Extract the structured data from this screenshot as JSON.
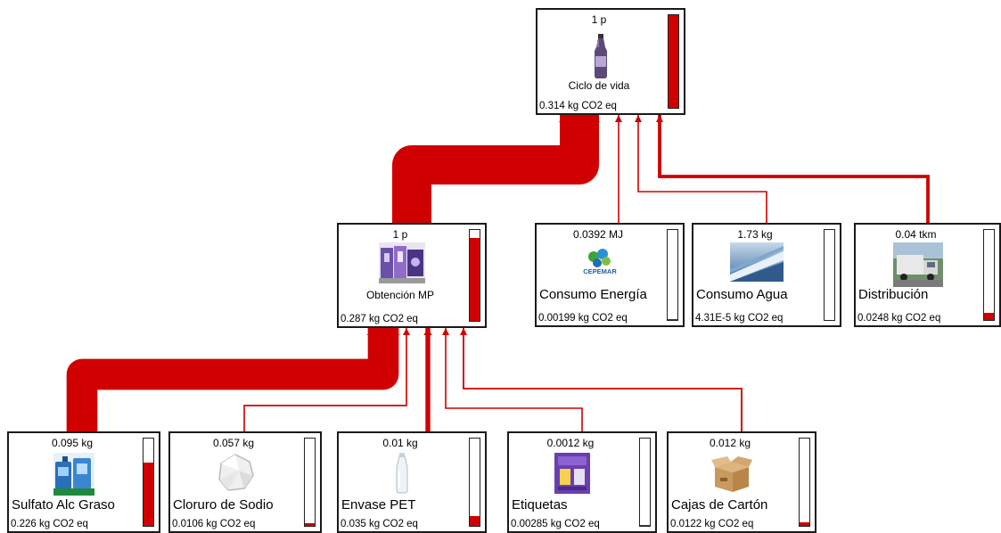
{
  "accent_color": "#d00000",
  "nodes": [
    {
      "id": "ciclo",
      "amount": "1 p",
      "name": "Ciclo de vida",
      "impact": "0.314 kg CO2 eq",
      "impact_value": 0.314,
      "bar_fraction": 1.0,
      "icon": "bottle-icon"
    },
    {
      "id": "obtencion",
      "amount": "1 p",
      "name": "Obtención MP",
      "impact": "0.287 kg CO2 eq",
      "impact_value": 0.287,
      "bar_fraction": 0.914,
      "icon": "materials-icon"
    },
    {
      "id": "energia",
      "amount": "0.0392 MJ",
      "name": "Consumo Energía",
      "impact": "0.00199 kg CO2 eq",
      "impact_value": 0.00199,
      "bar_fraction": 0.0063,
      "icon": "energy-logo-icon",
      "logo_text": "CEPEMAR"
    },
    {
      "id": "agua",
      "amount": "1.73 kg",
      "name": "Consumo Agua",
      "impact": "4.31E-5 kg CO2 eq",
      "impact_value": 4.31e-05,
      "bar_fraction": 0.0001,
      "icon": "water-channel-icon"
    },
    {
      "id": "dist",
      "amount": "0.04 tkm",
      "name": "Distribución",
      "impact": "0.0248 kg CO2 eq",
      "impact_value": 0.0248,
      "bar_fraction": 0.079,
      "icon": "truck-icon"
    },
    {
      "id": "sulfato",
      "amount": "0.095 kg",
      "name": "Sulfato Alc Graso",
      "impact": "0.226 kg CO2 eq",
      "impact_value": 0.226,
      "bar_fraction": 0.72,
      "icon": "chemical-drums-icon"
    },
    {
      "id": "cloruro",
      "amount": "0.057 kg",
      "name": "Cloruro de Sodio",
      "impact": "0.0106 kg CO2 eq",
      "impact_value": 0.0106,
      "bar_fraction": 0.034,
      "icon": "salt-icon"
    },
    {
      "id": "envase",
      "amount": "0.01 kg",
      "name": "Envase PET",
      "impact": "0.035 kg CO2 eq",
      "impact_value": 0.035,
      "bar_fraction": 0.111,
      "icon": "pet-bottle-icon"
    },
    {
      "id": "etiquetas",
      "amount": "0.0012 kg",
      "name": "Etiquetas",
      "impact": "0.00285 kg CO2 eq",
      "impact_value": 0.00285,
      "bar_fraction": 0.009,
      "icon": "label-icon"
    },
    {
      "id": "cajas",
      "amount": "0.012 kg",
      "name": "Cajas de Cartón",
      "impact": "0.0122 kg CO2 eq",
      "impact_value": 0.0122,
      "bar_fraction": 0.039,
      "icon": "cardboard-box-icon"
    }
  ],
  "links": [
    {
      "from": "obtencion",
      "to": "ciclo",
      "impact_value": 0.287
    },
    {
      "from": "energia",
      "to": "ciclo",
      "impact_value": 0.00199
    },
    {
      "from": "agua",
      "to": "ciclo",
      "impact_value": 4.31e-05
    },
    {
      "from": "dist",
      "to": "ciclo",
      "impact_value": 0.0248
    },
    {
      "from": "sulfato",
      "to": "obtencion",
      "impact_value": 0.226
    },
    {
      "from": "cloruro",
      "to": "obtencion",
      "impact_value": 0.0106
    },
    {
      "from": "envase",
      "to": "obtencion",
      "impact_value": 0.035
    },
    {
      "from": "etiquetas",
      "to": "obtencion",
      "impact_value": 0.00285
    },
    {
      "from": "cajas",
      "to": "obtencion",
      "impact_value": 0.0122
    }
  ]
}
